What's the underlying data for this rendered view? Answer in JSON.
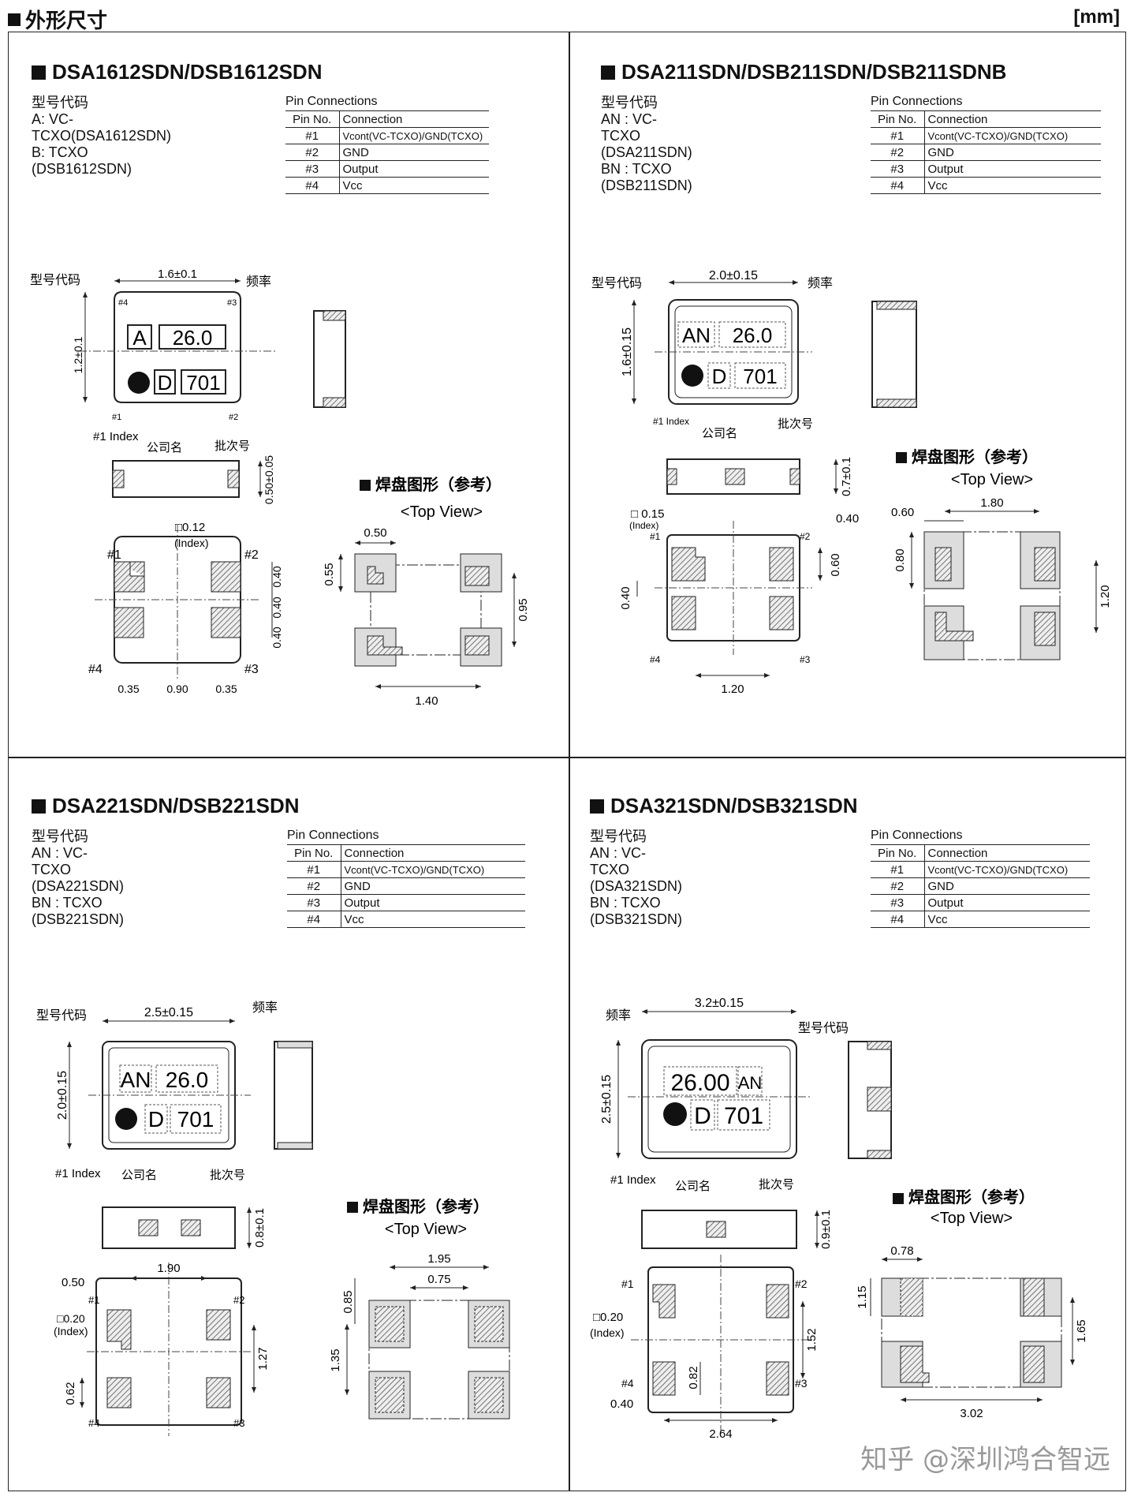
{
  "header": {
    "title": "外形尺寸",
    "unit": "[mm]"
  },
  "common": {
    "pin_caption": "Pin Connections",
    "col_pin": "Pin No.",
    "col_conn": "Connection",
    "pins": [
      [
        "#1",
        "Vcont(VC-TCXO)/GND(TCXO)"
      ],
      [
        "#2",
        "GND"
      ],
      [
        "#3",
        "Output"
      ],
      [
        "#4",
        "Vcc"
      ]
    ],
    "model_code": "型号代码",
    "freq": "频率",
    "index": "#1 Index",
    "company": "公司名",
    "lot": "批次号",
    "land_title": "焊盘图形（参考）",
    "top_view": "<Top View>"
  },
  "p1": {
    "title": "DSA1612SDN/DSB1612SDN",
    "code_a": "A:  VC-TCXO(DSA1612SDN)",
    "code_b": "B:  TCXO (DSB1612SDN)",
    "mark_code": "A",
    "mark_freq": "26.0",
    "mark_co": "D",
    "mark_lot": "701",
    "dims": {
      "w": "1.6±0.1",
      "h": "1.2±0.1",
      "t": "0.50±0.05",
      "idx": "□0.12",
      "idx_lbl": "(Index)",
      "b1": "0.35",
      "b2": "0.90",
      "b3": "0.35",
      "r1": "0.40",
      "r2": "0.40",
      "r3": "0.40",
      "l1": "0.50",
      "l2": "0.55",
      "l3": "0.95",
      "l4": "1.40"
    },
    "pins": {
      "p1": "#1",
      "p2": "#2",
      "p3": "#3",
      "p4": "#4",
      "i1": "#1 Index"
    }
  },
  "p2": {
    "title": "DSA211SDN/DSB211SDN/DSB211SDNB",
    "code_a": "AN : VC-TCXO (DSA211SDN)",
    "code_b": "BN : TCXO (DSB211SDN)",
    "mark_code": "AN",
    "mark_freq": "26.0",
    "mark_co": "D",
    "mark_lot": "701",
    "dims": {
      "w": "2.0±0.15",
      "h": "1.6±0.15",
      "t": "0.7±0.1",
      "idx": "□ 0.15",
      "idx_lbl": "(Index)",
      "d1": "0.40",
      "d2": "0.60",
      "d3": "0.40",
      "d4": "1.20",
      "l1": "0.60",
      "l2": "1.80",
      "l3": "0.80",
      "l4": "1.20"
    }
  },
  "p3": {
    "title": "DSA221SDN/DSB221SDN",
    "code_a": "AN : VC-TCXO (DSA221SDN)",
    "code_b": "BN : TCXO (DSB221SDN)",
    "mark_code": "AN",
    "mark_freq": "26.0",
    "mark_co": "D",
    "mark_lot": "701",
    "dims": {
      "w": "2.5±0.15",
      "h": "2.0±0.15",
      "t": "0.8±0.1",
      "d1": "0.50",
      "d2": "1.90",
      "idx": "□0.20",
      "idx_lbl": "(Index)",
      "d3": "1.27",
      "d4": "0.62",
      "l1": "1.95",
      "l2": "0.75",
      "l3": "0.85",
      "l4": "1.35"
    }
  },
  "p4": {
    "title": "DSA321SDN/DSB321SDN",
    "code_a": "AN : VC-TCXO (DSA321SDN)",
    "code_b": "BN : TCXO (DSB321SDN)",
    "mark_code": "AN",
    "mark_freq": "26.00",
    "mark_co": "D",
    "mark_lot": "701",
    "dims": {
      "w": "3.2±0.15",
      "h": "2.5±0.15",
      "t": "0.9±0.1",
      "idx": "□0.20",
      "idx_lbl": "(Index)",
      "d1": "1.52",
      "d2": "0.82",
      "d3": "0.40",
      "d4": "2.64",
      "l1": "0.78",
      "l2": "1.15",
      "l3": "1.65",
      "l4": "3.02"
    }
  },
  "watermark": "知乎 @深圳鸿合智远"
}
